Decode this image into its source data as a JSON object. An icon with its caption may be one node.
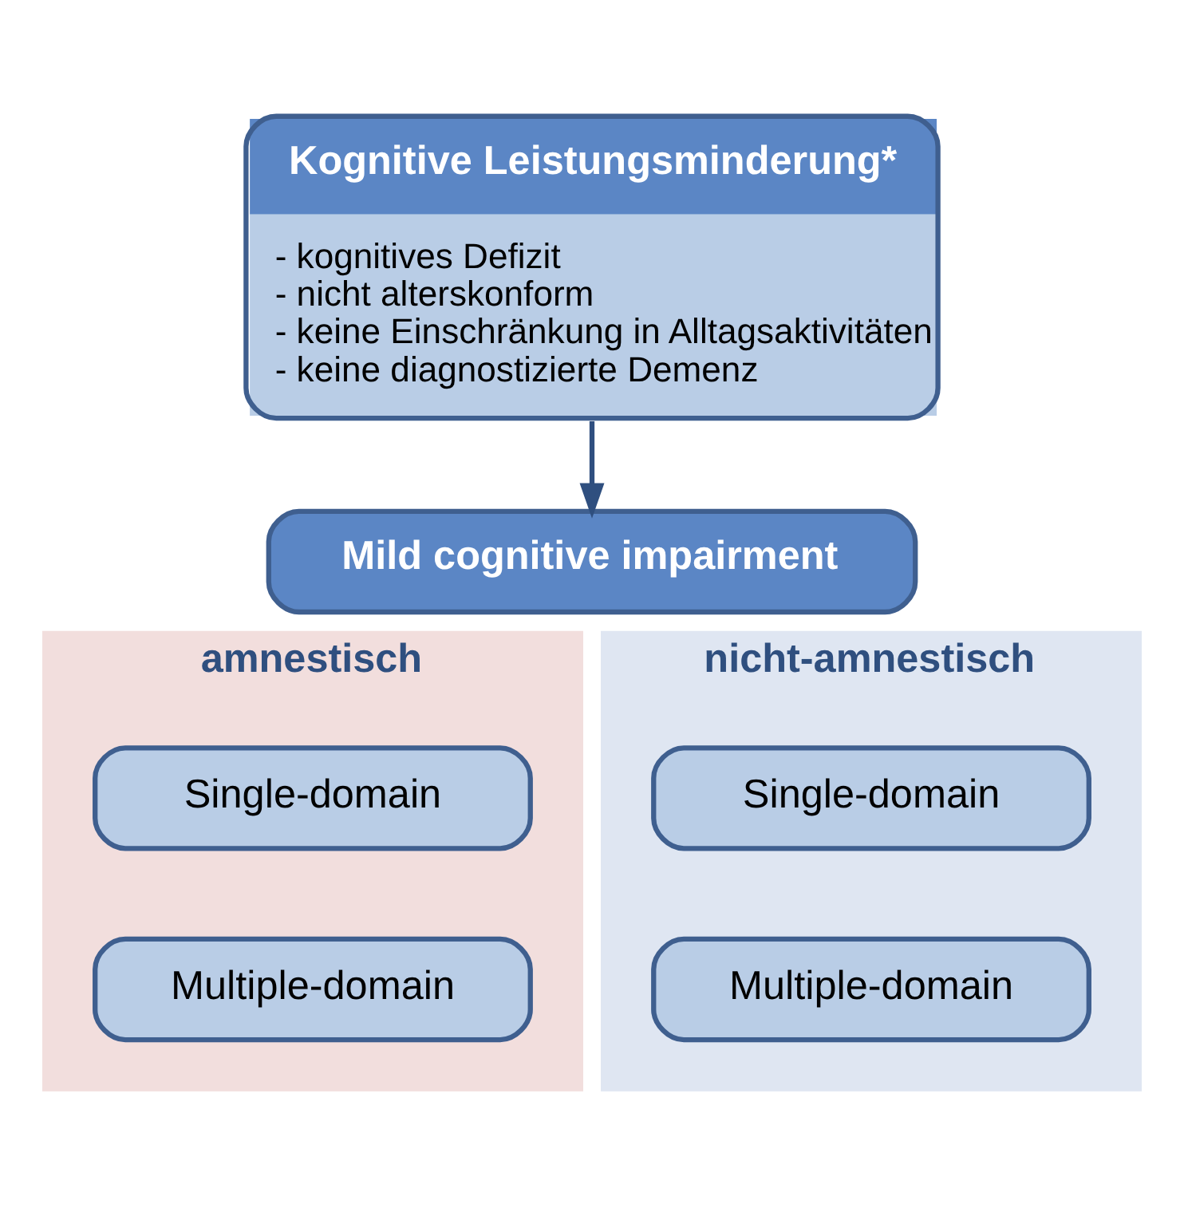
{
  "diagram": {
    "nodes": [
      {
        "text": [
          "Kognitive Leistungsminderung*",
          "- kognitives Defizit",
          "- nicht alterskonform",
          "- keine Einschränkung in Alltagsaktivitäten",
          "- keine diagnostizierte Demenz"
        ]
      },
      {
        "text": [
          "Mild cognitive impairment"
        ]
      },
      {
        "text": [
          "amnestisch"
        ]
      },
      {
        "text": [
          "Single-domain"
        ],
        "in": 2
      },
      {
        "text": [
          "Multiple-domain"
        ],
        "in": 2
      },
      {
        "text": [
          "nicht-amnestisch"
        ]
      },
      {
        "text": [
          "Single-domain"
        ],
        "in": 5
      },
      {
        "text": [
          "Multiple-domain"
        ],
        "in": 5
      }
    ],
    "edges": [
      {
        "from": 0,
        "to": 1,
        "arrow": "to"
      }
    ]
  }
}
